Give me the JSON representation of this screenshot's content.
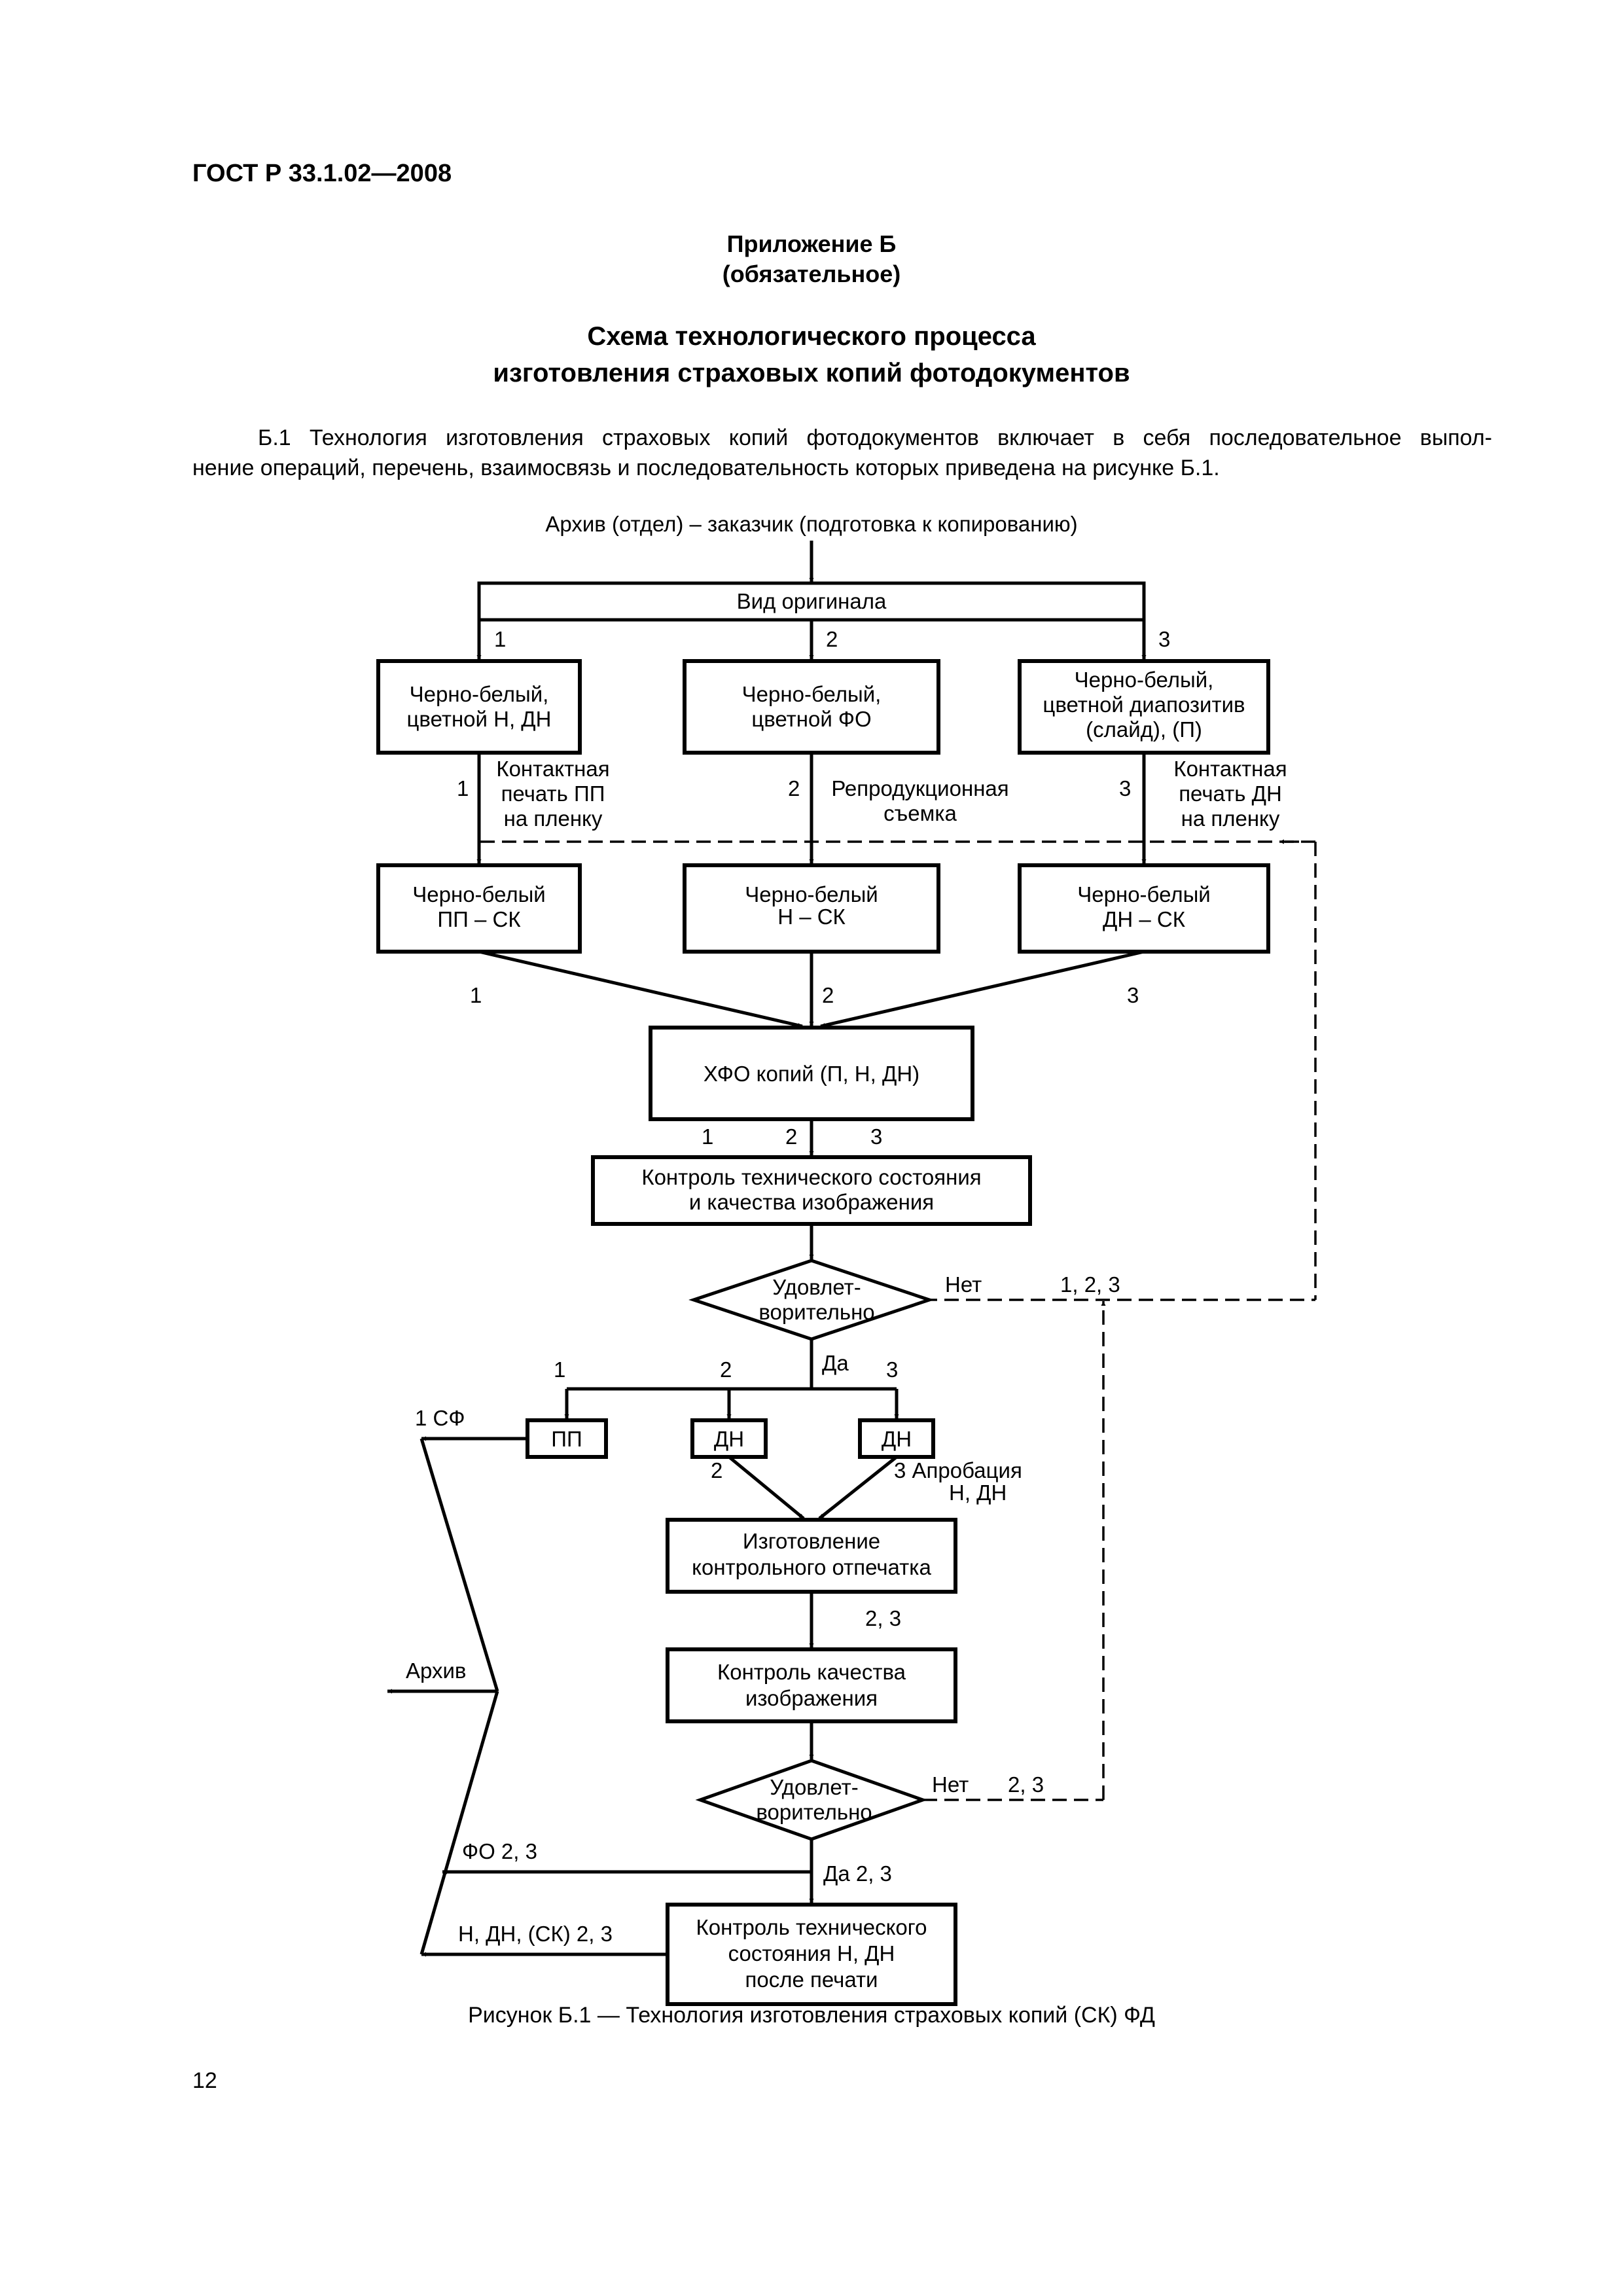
{
  "header": {
    "standard": "ГОСТ Р 33.1.02—2008"
  },
  "appendix": {
    "title": "Приложение Б",
    "status": "(обязательное)"
  },
  "section_title": {
    "line1": "Схема технологического процесса",
    "line2": "изготовления страховых копий фотодокументов"
  },
  "paragraph": {
    "line1": "Б.1  Технология изготовления страховых копий фотодокументов включает в себя последовательное выпол-",
    "line2": "нение операций, перечень, взаимосвязь и последовательность которых приведена на рисунке Б.1."
  },
  "diagram": {
    "top_label": "Архив (отдел) – заказчик (подготовка к копированию)",
    "vid": "Вид оригинала",
    "b1": [
      "Черно-белый,",
      "цветной Н, ДН"
    ],
    "b2": [
      "Черно-белый,",
      "цветной ФО"
    ],
    "b3": [
      "Черно-белый,",
      "цветной диапозитив",
      "(слайд), (П)"
    ],
    "m1": [
      "Контактная",
      "печать ПП",
      "на пленку"
    ],
    "m2": [
      "Репродукционная",
      "съемка"
    ],
    "m3": [
      "Контактная",
      "печать ДН",
      "на пленку"
    ],
    "c1": [
      "Черно-белый",
      "ПП – СК"
    ],
    "c2": [
      "Черно-белый",
      "Н – СК"
    ],
    "c3": [
      "Черно-белый",
      "ДН – СК"
    ],
    "hfo": "ХФО копий (П, Н, ДН)",
    "control1": [
      "Контроль технического состояния",
      "и качества изображения"
    ],
    "dec": [
      "Удовлет-",
      "ворительно"
    ],
    "no": "Нет",
    "no_branches_1": "1, 2, 3",
    "yes": "Да",
    "pp": "ПП",
    "dn": "ДН",
    "sf": "1 СФ",
    "aprob": [
      "3 Апробация",
      "Н, ДН"
    ],
    "make_print": [
      "Изготовление",
      "контрольного отпечатка"
    ],
    "branches_23": "2, 3",
    "control2": [
      "Контроль качества",
      "изображения"
    ],
    "archive": "Архив",
    "yes23": "Да 2, 3",
    "fo23": "ФО 2, 3",
    "ndn": "Н, ДН, (СК) 2, 3",
    "control3": [
      "Контроль технического",
      "состояния Н, ДН",
      "после печати"
    ],
    "n1": "1",
    "n2": "2",
    "n3": "3"
  },
  "caption": "Рисунок Б.1 — Технология изготовления страховых копий (СК) ФД",
  "page_number": "12"
}
